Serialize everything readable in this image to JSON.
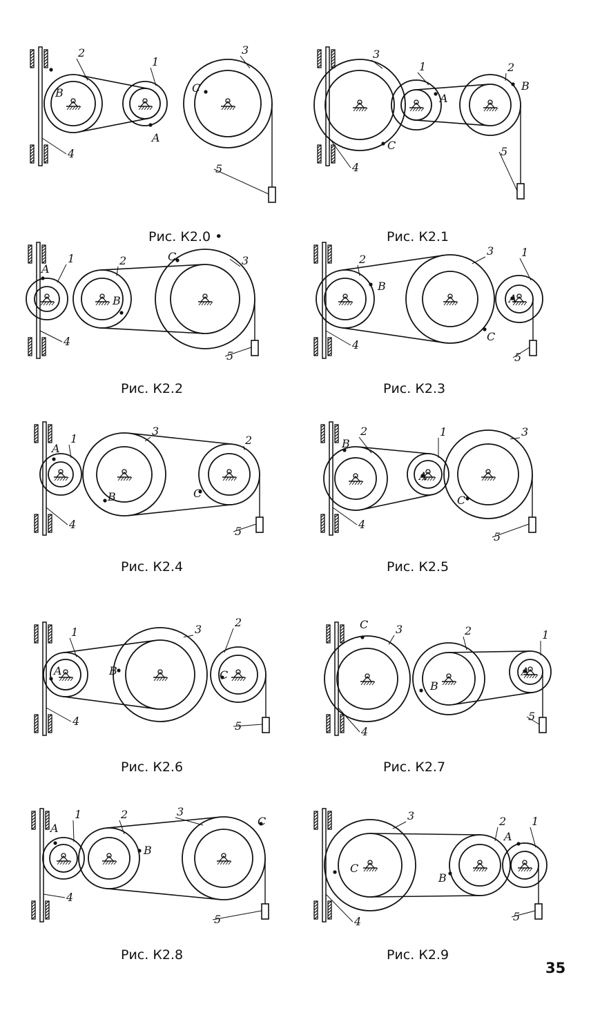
{
  "page_number": "35",
  "figures": [
    {
      "caption": "Рис. К2.0 •",
      "labels": {
        "1": "1",
        "2": "2",
        "3": "3",
        "4": "4",
        "5": "5",
        "A": "A",
        "B": "B",
        "C": "C"
      }
    },
    {
      "caption": "Рис. К2.1",
      "labels": {
        "1": "1",
        "2": "2",
        "3": "3",
        "4": "4",
        "5": "5",
        "A": "A",
        "B": "B",
        "C": "C"
      }
    },
    {
      "caption": "Рис. К2.2",
      "labels": {
        "1": "1",
        "2": "2",
        "3": "3",
        "4": "4",
        "5": "5",
        "A": "A",
        "B": "B",
        "C": "C"
      }
    },
    {
      "caption": "Рис. К2.3",
      "labels": {
        "1": "1",
        "2": "2",
        "3": "3",
        "4": "4",
        "5": "5",
        "A": "A",
        "B": "B",
        "C": "C"
      }
    },
    {
      "caption": "Рис. К2.4",
      "labels": {
        "1": "1",
        "2": "2",
        "3": "3",
        "4": "4",
        "5": "5",
        "A": "A",
        "B": "B",
        "C": "C"
      }
    },
    {
      "caption": "Рис. К2.5",
      "labels": {
        "1": "1",
        "2": "2",
        "3": "3",
        "4": "4",
        "5": "5",
        "A": "A",
        "B": "B",
        "C": "C"
      }
    },
    {
      "caption": "Рис. К2.6",
      "labels": {
        "1": "1",
        "2": "2",
        "3": "3",
        "4": "4",
        "5": "5",
        "A": "A",
        "B": "B",
        "C": "C"
      }
    },
    {
      "caption": "Рис. К2.7",
      "labels": {
        "1": "1",
        "2": "2",
        "3": "3",
        "4": "4",
        "5": "5",
        "A": "A",
        "B": "B",
        "C": "C"
      }
    },
    {
      "caption": "Рис. К2.8",
      "labels": {
        "1": "1",
        "2": "2",
        "3": "3",
        "4": "4",
        "5": "5",
        "A": "A",
        "B": "B",
        "C": "C"
      }
    },
    {
      "caption": "Рис. К2.9",
      "labels": {
        "1": "1",
        "2": "2",
        "3": "3",
        "4": "4",
        "5": "5",
        "A": "A",
        "B": "B",
        "C": "C"
      }
    }
  ]
}
